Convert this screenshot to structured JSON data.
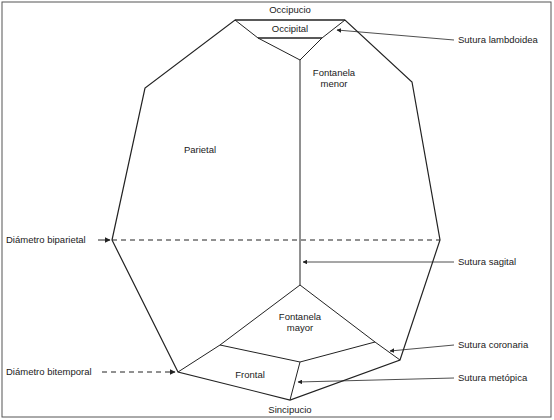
{
  "diagram": {
    "labels": [
      "Occipucio",
      "Occipital",
      "Sutura lambdoidea",
      "Fontanela menor",
      "Parietal",
      "Diámetro biparietal",
      "Sutura sagital",
      "Fontanela mayor",
      "Sutura coronaria",
      "Diámetro bitemporal",
      "Frontal",
      "Sutura metópica",
      "Sincipucio"
    ]
  }
}
